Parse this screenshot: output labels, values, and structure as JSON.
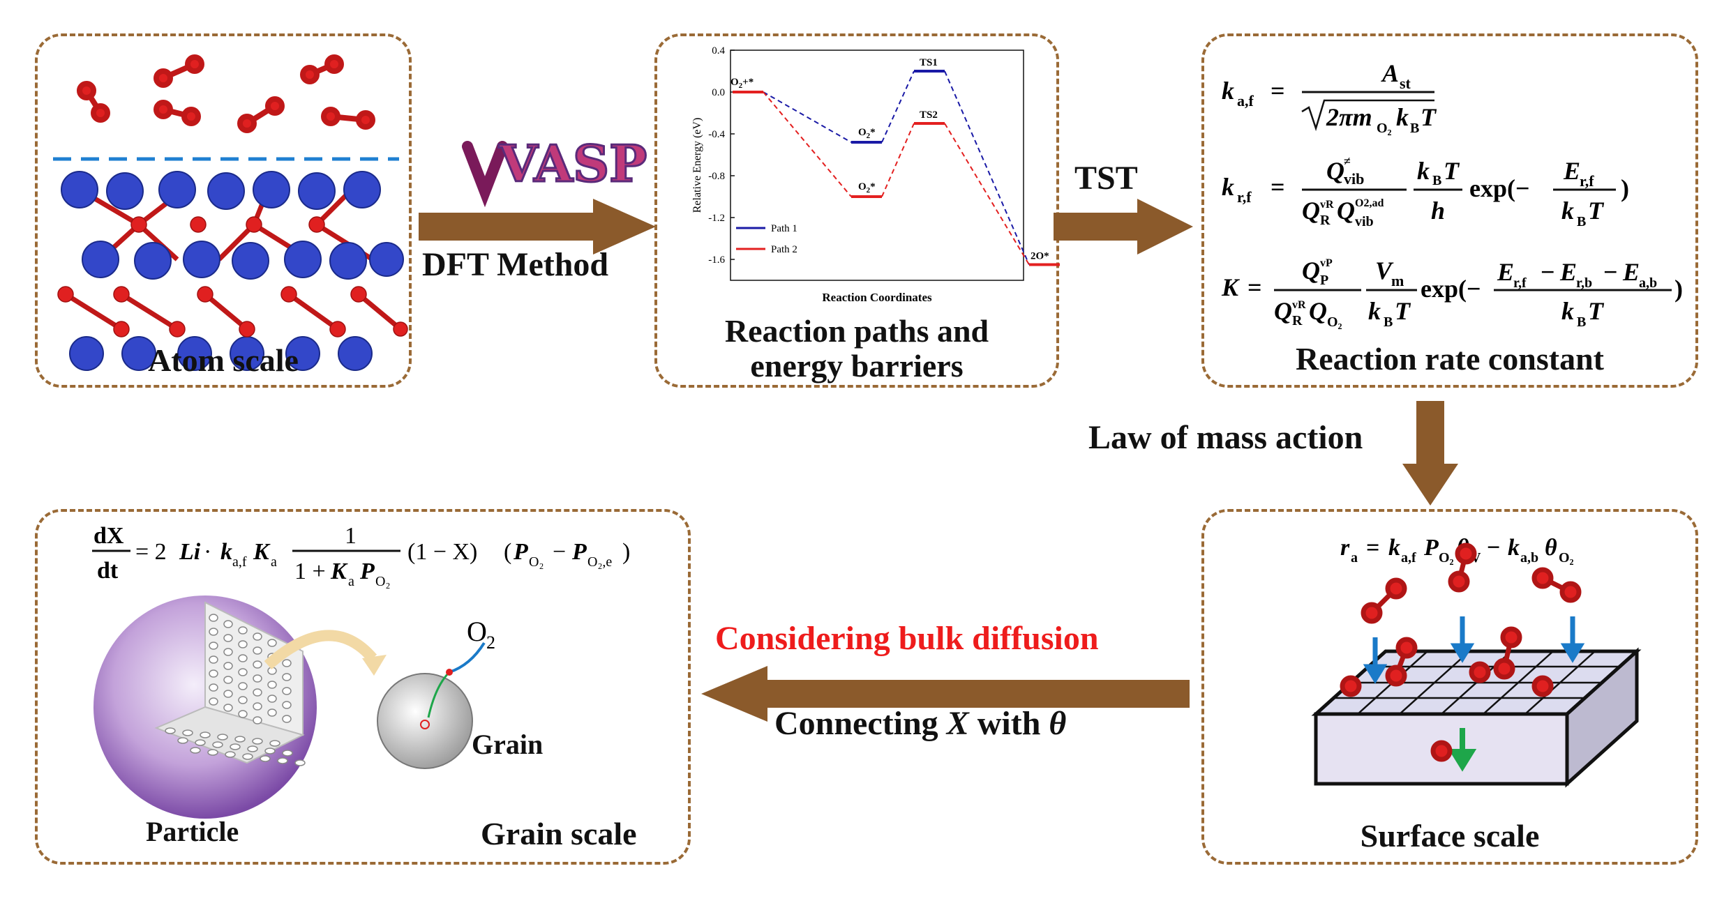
{
  "panels": {
    "atom": {
      "title": "Atom scale"
    },
    "reaction": {
      "title_line1": "Reaction paths and",
      "title_line2": "energy barriers"
    },
    "rate": {
      "title": "Reaction rate constant"
    },
    "surface": {
      "title": "Surface scale"
    },
    "grain": {
      "title": "Grain scale",
      "particle_label": "Particle",
      "grain_label": "Grain",
      "o2_label": "O",
      "o2_sub": "2"
    }
  },
  "arrows": {
    "dft": {
      "label": "DFT Method",
      "logo": "VASP"
    },
    "tst": {
      "label": "TST"
    },
    "law": {
      "label": "Law of mass action"
    },
    "bulk": {
      "label": "Considering bulk diffusion",
      "color": "#ee1c1c"
    },
    "connect": {
      "label_a": "Connecting ",
      "label_x": "X",
      "label_b": " with ",
      "label_theta": "θ"
    }
  },
  "colors": {
    "arrow": "#8b5a2b",
    "border": "#9a6a36",
    "oxygen": "#e02020",
    "metal": "#3347c9",
    "path1": "#1a1aa6",
    "path2": "#e32020",
    "surface_arrow": "#1a7ac8",
    "down_arrow": "#1ea64a",
    "sphere": "#9b6bc0"
  },
  "chart_data": {
    "type": "line",
    "ylabel": "Relative Energy (eV)",
    "xlabel": "Reaction Coordinates",
    "ylim": [
      -1.8,
      0.4
    ],
    "yticks": [
      "0.4",
      "0.0",
      "-0.4",
      "-0.8",
      "-1.2",
      "-1.6"
    ],
    "ytick_values": [
      0.4,
      0.0,
      -0.4,
      -0.8,
      -1.2,
      -1.6
    ],
    "states": [
      "O2+*",
      "O2*",
      "TS",
      "2O*"
    ],
    "state_labels": {
      "start": "O",
      "start_sub": "2",
      "start_tail": "+*",
      "mid": "O",
      "mid_sub": "2",
      "mid_tail": "*",
      "ts1": "TS1",
      "ts2": "TS2",
      "end": "2O*"
    },
    "series": [
      {
        "name": "Path 1",
        "values": [
          0.0,
          -0.48,
          0.2,
          -1.65
        ]
      },
      {
        "name": "Path 2",
        "values": [
          0.0,
          -1.0,
          -0.3,
          -1.65
        ]
      }
    ],
    "legend_position": "bottom-left"
  },
  "formulas": {
    "ka_lhs": "k",
    "ka_sub": "a,f",
    "ka_num": "A",
    "ka_num_sub": "st",
    "ka_den": "2πm",
    "ka_den_sub": "O₂",
    "ka_den_tail": "k",
    "kb_sub": "B",
    "T": "T",
    "kr_lhs": "k",
    "kr_sub": "r,f",
    "kr_q": "Q",
    "kr_q_sup": "≠",
    "kr_q_sub": "vib",
    "kr_den_q1": "Q",
    "kr_den_q1_sup": "vR",
    "kr_den_q1_sub": "R",
    "kr_den_q2": "Q",
    "kr_den_q2_sup": "O2,ad",
    "kr_den_q2_sub": "vib",
    "kr_frac2_num": "k",
    "kr_frac2_den": "h",
    "exp": "exp(−",
    "kr_E": "E",
    "kr_E_sub": "r,f",
    "close": ")",
    "K_lhs": "K",
    "K_qp": "Q",
    "K_qp_sup": "vP",
    "K_qp_sub": "P",
    "K_qr": "Q",
    "K_qr_sup": "vR",
    "K_qr_sub": "R",
    "K_qo": "Q",
    "K_qo_sub": "O₂",
    "K_V": "V",
    "K_V_sub": "m",
    "K_E1": "E",
    "K_E1_sub": "r,f",
    "K_E2": "E",
    "K_E2_sub": "r,b",
    "K_E3": "E",
    "K_E3_sub": "a,b",
    "ra_lhs": "r",
    "ra_sub": "a",
    "ra_k1": "k",
    "ra_k1_sub": "a,f",
    "ra_P": "P",
    "ra_P_sub": "O₂",
    "ra_theta1": "θ",
    "ra_theta1_sub": "V",
    "ra_k2": "k",
    "ra_k2_sub": "a,b",
    "ra_theta2": "θ",
    "ra_theta2_sub": "O₂",
    "dx_num": "dX",
    "dx_den": "dt",
    "dx_rhs1": "= 2",
    "dx_Li": "Li",
    "dx_dot": " · ",
    "dx_k": "k",
    "dx_k_sub": "a,f",
    "dx_K": "K",
    "dx_K_sub": "a",
    "dx_frac_num": "1",
    "dx_frac_den": "1 + ",
    "dx_P": "P",
    "dx_P_sub": "O₂",
    "dx_paren": "(1 − X)",
    "dx_P2": "P",
    "dx_P2_sub": "O₂",
    "dx_P3": "P",
    "dx_P3_sub": "O₂,e"
  }
}
